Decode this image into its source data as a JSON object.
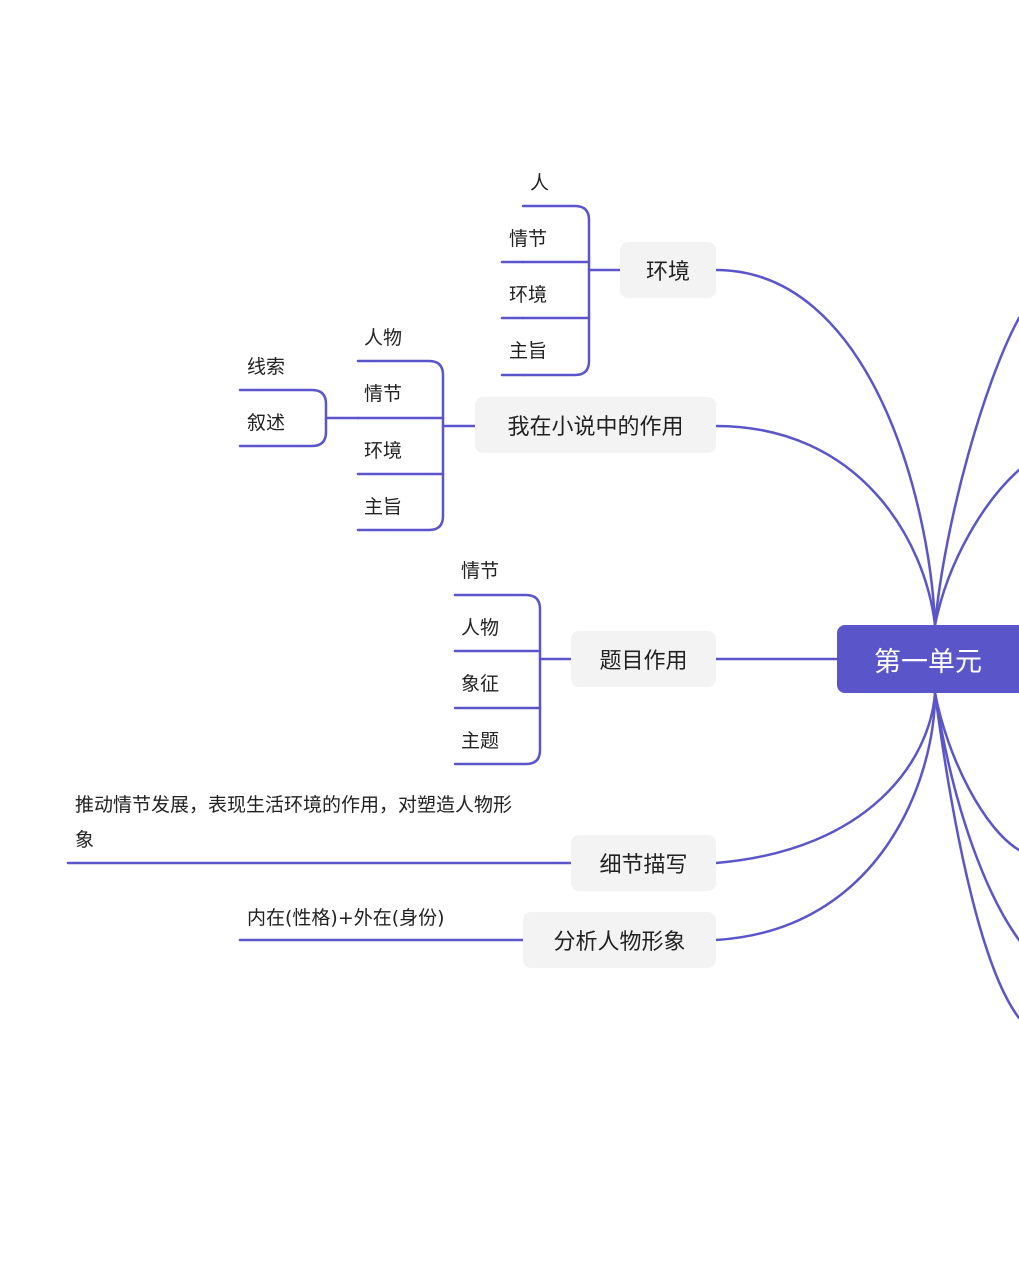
{
  "root": {
    "label": "第一单元"
  },
  "branches": {
    "huanjing": {
      "label": "环境",
      "children": [
        "人",
        "情节",
        "环境",
        "主旨"
      ]
    },
    "wozai": {
      "label": "我在小说中的作用",
      "children": [
        "人物",
        "情节",
        "环境",
        "主旨"
      ],
      "sub": [
        "线索",
        "叙述"
      ]
    },
    "timu": {
      "label": "题目作用",
      "children": [
        "情节",
        "人物",
        "象征",
        "主题"
      ]
    },
    "xijie": {
      "label": "细节描写",
      "note": "推动情节发展，表现生活环境的作用，对塑造人物形象"
    },
    "fenxi": {
      "label": "分析人物形象",
      "note": "内在(性格)+外在(身份)"
    }
  },
  "colors": {
    "line": "#5a55c9",
    "node_bg": "#f3f3f3",
    "root_bg": "#5a55c9"
  }
}
